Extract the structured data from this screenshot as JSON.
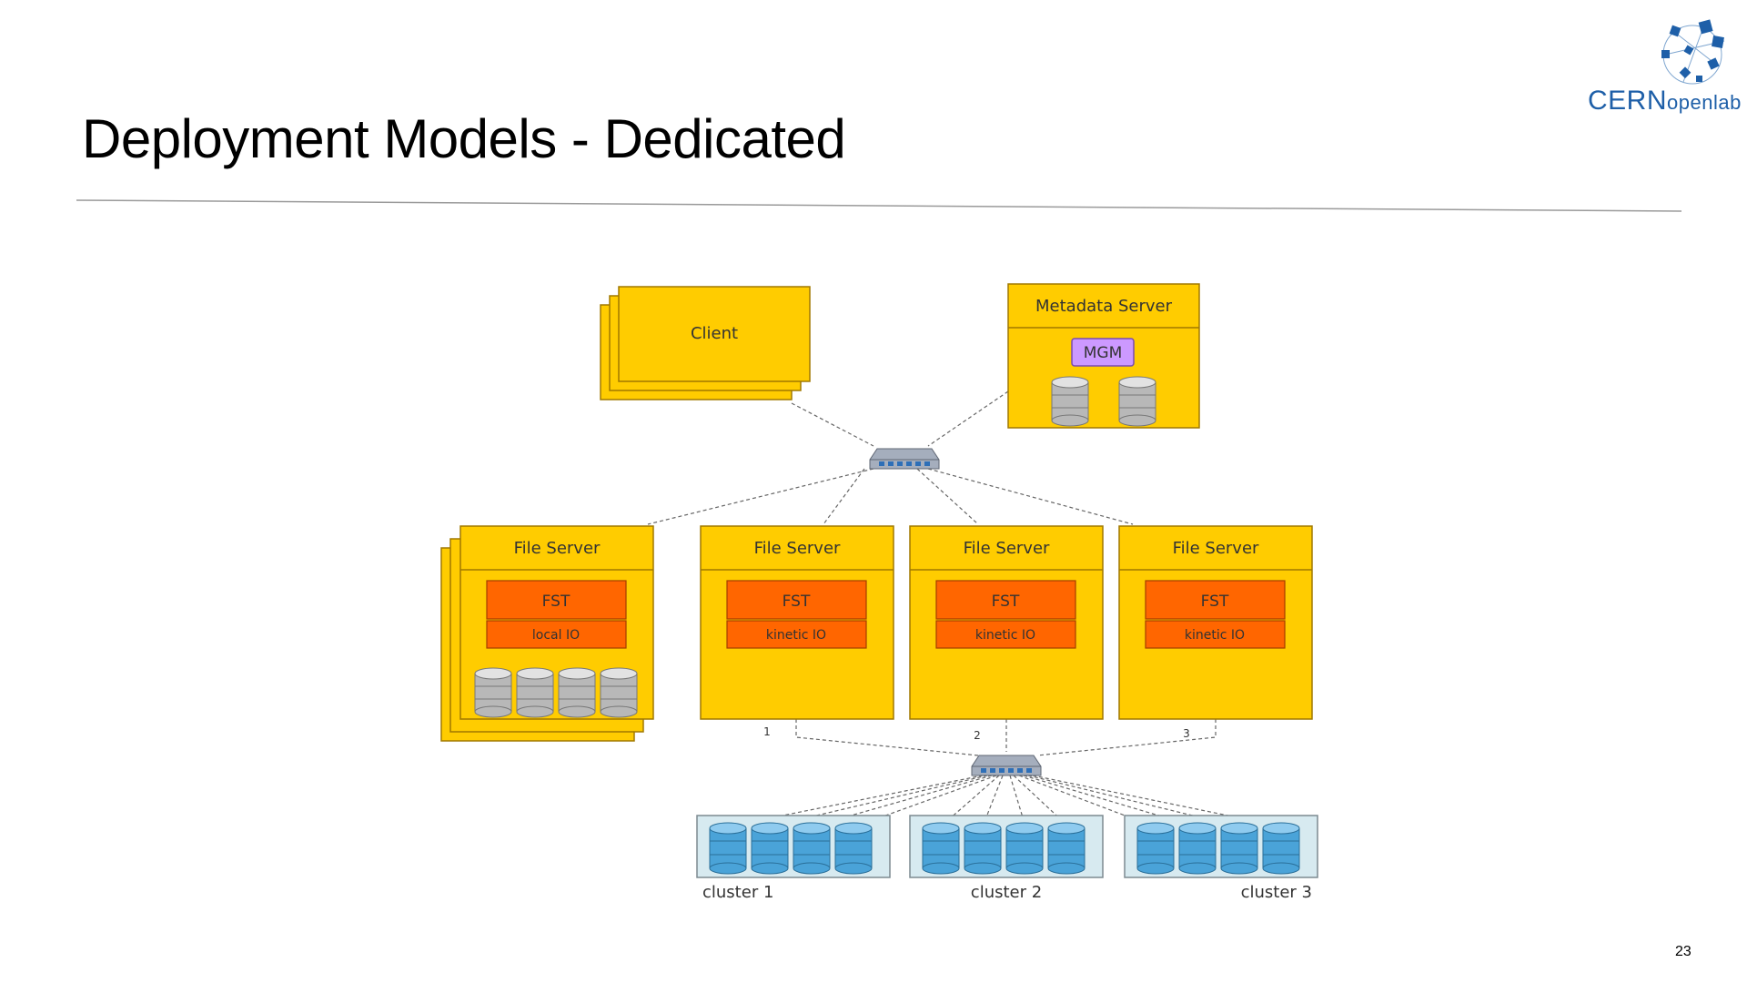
{
  "slide": {
    "title": "Deployment Models - Dedicated",
    "page_number": "23",
    "logo": {
      "main": "CERN",
      "sub": "openlab"
    }
  },
  "diagram": {
    "client": {
      "label": "Client"
    },
    "metadata_server": {
      "label": "Metadata Server",
      "mgm": "MGM"
    },
    "file_servers": [
      {
        "label": "File Server",
        "fst": "FST",
        "io": "local IO"
      },
      {
        "label": "File Server",
        "fst": "FST",
        "io": "kinetic IO",
        "link": "1"
      },
      {
        "label": "File Server",
        "fst": "FST",
        "io": "kinetic IO",
        "link": "2"
      },
      {
        "label": "File Server",
        "fst": "FST",
        "io": "kinetic IO",
        "link": "3"
      }
    ],
    "clusters": [
      "cluster 1",
      "cluster 2",
      "cluster 3"
    ]
  },
  "colors": {
    "server_fill": "#ffcc00",
    "server_border": "#a07800",
    "fst_fill": "#ff6600",
    "mgm_fill": "#cc99ff",
    "cluster_fill": "#d7eaf0",
    "disk_blue": "#4aa3d8",
    "disk_grey": "#b8b8b8",
    "logo_blue": "#1e5fa8"
  }
}
